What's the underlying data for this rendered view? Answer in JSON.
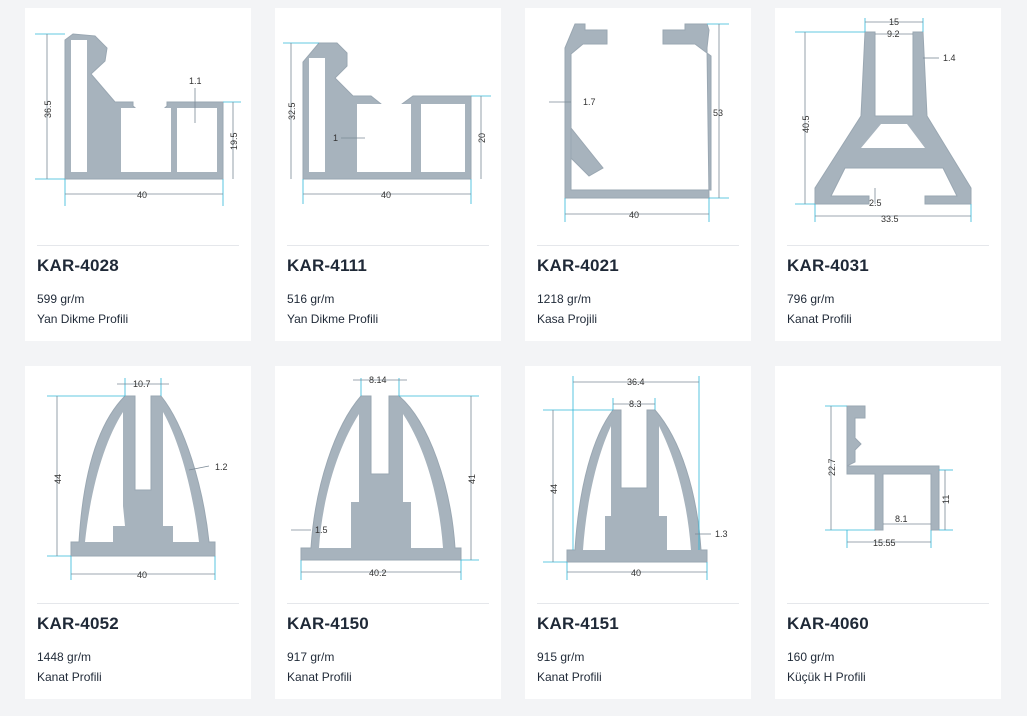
{
  "products": [
    {
      "code": "KAR-4028",
      "weight": "599 gr/m",
      "type": "Yan Dikme Profili",
      "dims": [
        "36.5",
        "1.1",
        "19.5",
        "40"
      ]
    },
    {
      "code": "KAR-4111",
      "weight": "516 gr/m",
      "type": "Yan Dikme Profili",
      "dims": [
        "32.5",
        "1",
        "20",
        "40"
      ]
    },
    {
      "code": "KAR-4021",
      "weight": "1218 gr/m",
      "type": "Kasa Projili",
      "dims": [
        "1.7",
        "53",
        "40"
      ]
    },
    {
      "code": "KAR-4031",
      "weight": "796 gr/m",
      "type": "Kanat Profili",
      "dims": [
        "15",
        "9.2",
        "1.4",
        "40.5",
        "2.5",
        "33.5"
      ]
    },
    {
      "code": "KAR-4052",
      "weight": "1448 gr/m",
      "type": "Kanat Profili",
      "dims": [
        "10.7",
        "1.2",
        "44",
        "40"
      ]
    },
    {
      "code": "KAR-4150",
      "weight": "917 gr/m",
      "type": "Kanat Profili",
      "dims": [
        "8.14",
        "41",
        "1.5",
        "40.2"
      ]
    },
    {
      "code": "KAR-4151",
      "weight": "915 gr/m",
      "type": "Kanat Profili",
      "dims": [
        "36.4",
        "8.3",
        "44",
        "1.3",
        "40"
      ]
    },
    {
      "code": "KAR-4060",
      "weight": "160 gr/m",
      "type": "Küçük H Profili",
      "dims": [
        "22.7",
        "11",
        "8.1",
        "15.55"
      ]
    }
  ]
}
